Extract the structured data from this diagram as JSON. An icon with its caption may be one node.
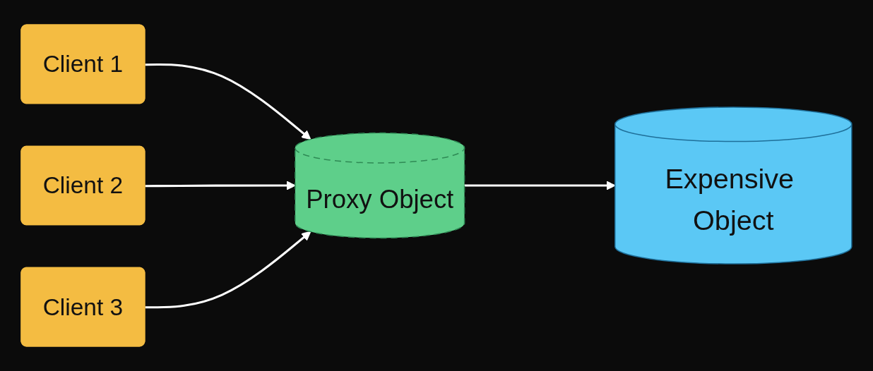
{
  "diagram": {
    "nodes": [
      {
        "text": [
          "Client 1"
        ]
      },
      {
        "text": [
          "Client 2"
        ]
      },
      {
        "text": [
          "Client 3"
        ]
      },
      {
        "text": [
          "Proxy Object"
        ]
      },
      {
        "text": [
          "Expensive Object"
        ]
      }
    ],
    "edges": [
      {
        "from": 0,
        "to": 3,
        "arrow": "to"
      },
      {
        "from": 1,
        "to": 3,
        "arrow": "to"
      },
      {
        "from": 2,
        "to": 3,
        "arrow": "to"
      },
      {
        "from": 3,
        "to": 4,
        "arrow": "to"
      }
    ]
  }
}
